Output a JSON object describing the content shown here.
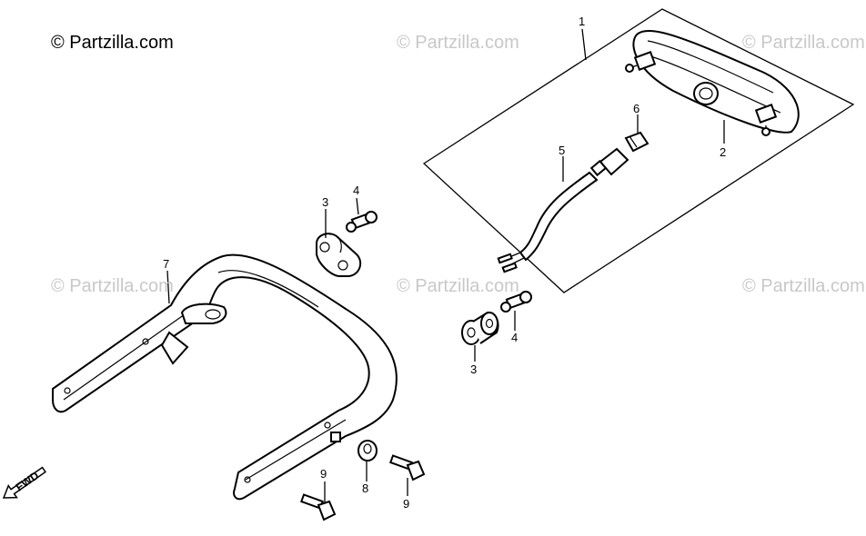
{
  "copyright": "© Partzilla.com",
  "watermarks": [
    "© Partzilla.com",
    "© Partzilla.com",
    "© Partzilla.com",
    "© Partzilla.com",
    "© Partzilla.com"
  ],
  "callouts": [
    {
      "id": "callout-1",
      "label": "1"
    },
    {
      "id": "callout-2",
      "label": "2"
    },
    {
      "id": "callout-3a",
      "label": "3"
    },
    {
      "id": "callout-3b",
      "label": "3"
    },
    {
      "id": "callout-4a",
      "label": "4"
    },
    {
      "id": "callout-4b",
      "label": "4"
    },
    {
      "id": "callout-5",
      "label": "5"
    },
    {
      "id": "callout-6",
      "label": "6"
    },
    {
      "id": "callout-7",
      "label": "7"
    },
    {
      "id": "callout-8",
      "label": "8"
    },
    {
      "id": "callout-9a",
      "label": "9"
    },
    {
      "id": "callout-9b",
      "label": "9"
    }
  ],
  "fwd_label": "FWD"
}
